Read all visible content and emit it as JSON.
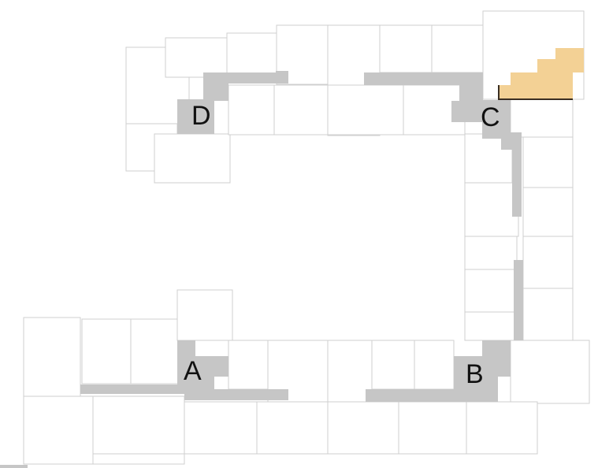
{
  "floor_plan": {
    "cores": [
      {
        "id": "A",
        "label": "A"
      },
      {
        "id": "B",
        "label": "B"
      },
      {
        "id": "C",
        "label": "C"
      },
      {
        "id": "D",
        "label": "D"
      }
    ],
    "selected_unit_color": "#f3d195",
    "core_color": "#c6c6c6",
    "unit_outline_color": "#cfcfcf"
  }
}
